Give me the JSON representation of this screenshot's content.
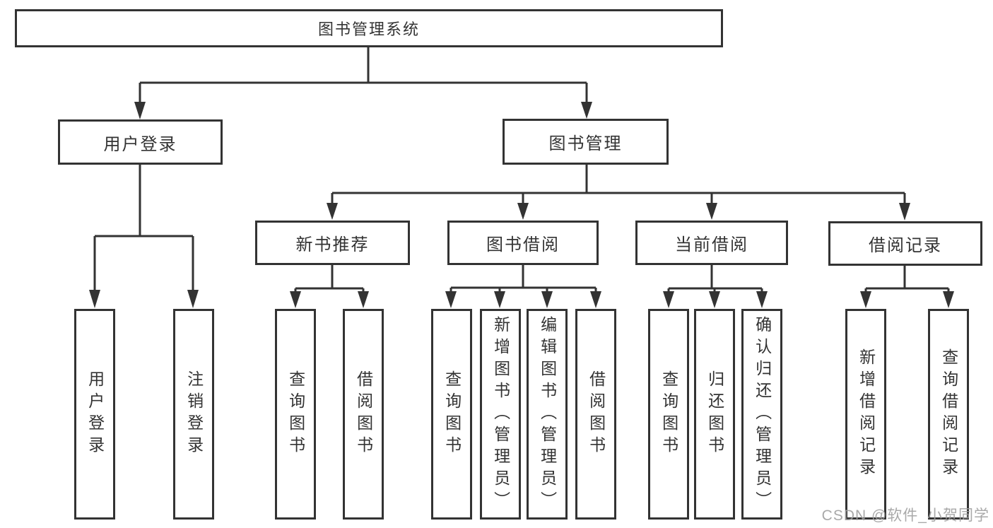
{
  "colors": {
    "line": "#333333",
    "text": "#333333",
    "background": "#ffffff",
    "watermark": "#a0a0a0"
  },
  "watermark": "CSDN @软件_小贺同学",
  "diagram": {
    "root": {
      "label": "图书管理系统"
    },
    "branches": [
      {
        "label": "用户登录",
        "children": [
          {
            "label": "用户登录"
          },
          {
            "label": "注销登录"
          }
        ]
      },
      {
        "label": "图书管理",
        "children": [
          {
            "label": "新书推荐",
            "children": [
              {
                "label": "查询图书"
              },
              {
                "label": "借阅图书"
              }
            ]
          },
          {
            "label": "图书借阅",
            "children": [
              {
                "label": "查询图书"
              },
              {
                "label": "新增图书（管理员）"
              },
              {
                "label": "编辑图书（管理员）"
              },
              {
                "label": "借阅图书"
              }
            ]
          },
          {
            "label": "当前借阅",
            "children": [
              {
                "label": "查询图书"
              },
              {
                "label": "归还图书"
              },
              {
                "label": "确认归还（管理员）"
              }
            ]
          },
          {
            "label": "借阅记录",
            "children": [
              {
                "label": "新增借阅记录"
              },
              {
                "label": "查询借阅记录"
              }
            ]
          }
        ]
      }
    ]
  }
}
